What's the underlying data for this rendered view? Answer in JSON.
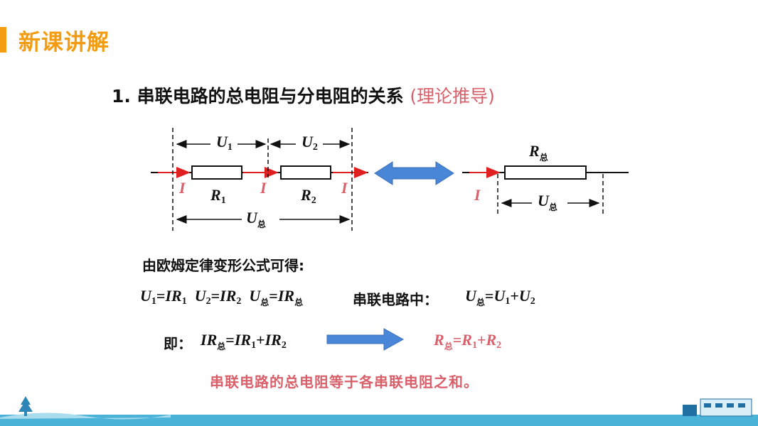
{
  "header": {
    "section_title": "新课讲解"
  },
  "heading": {
    "number": "1.",
    "text": "串联电路的总电阻与分电阻的关系",
    "note": "(理论推导)"
  },
  "diagram": {
    "u1": "U",
    "u1_sub": "1",
    "u2": "U",
    "u2_sub": "2",
    "r1": "R",
    "r1_sub": "1",
    "r2": "R",
    "r2_sub": "2",
    "current": "I",
    "u_total": "U",
    "total_sub": "总",
    "r_total": "R"
  },
  "derivation": {
    "intro": "由欧姆定律变形公式可得:",
    "series_label": "串联电路中：",
    "ji_label": "即："
  },
  "conclusion": "串联电路的总电阻等于各串联电阻之和。",
  "colors": {
    "accent": "#f39c12",
    "red": "#d9606a",
    "arrow_blue": "#4a86d8",
    "footer": "#4bb3d8"
  }
}
